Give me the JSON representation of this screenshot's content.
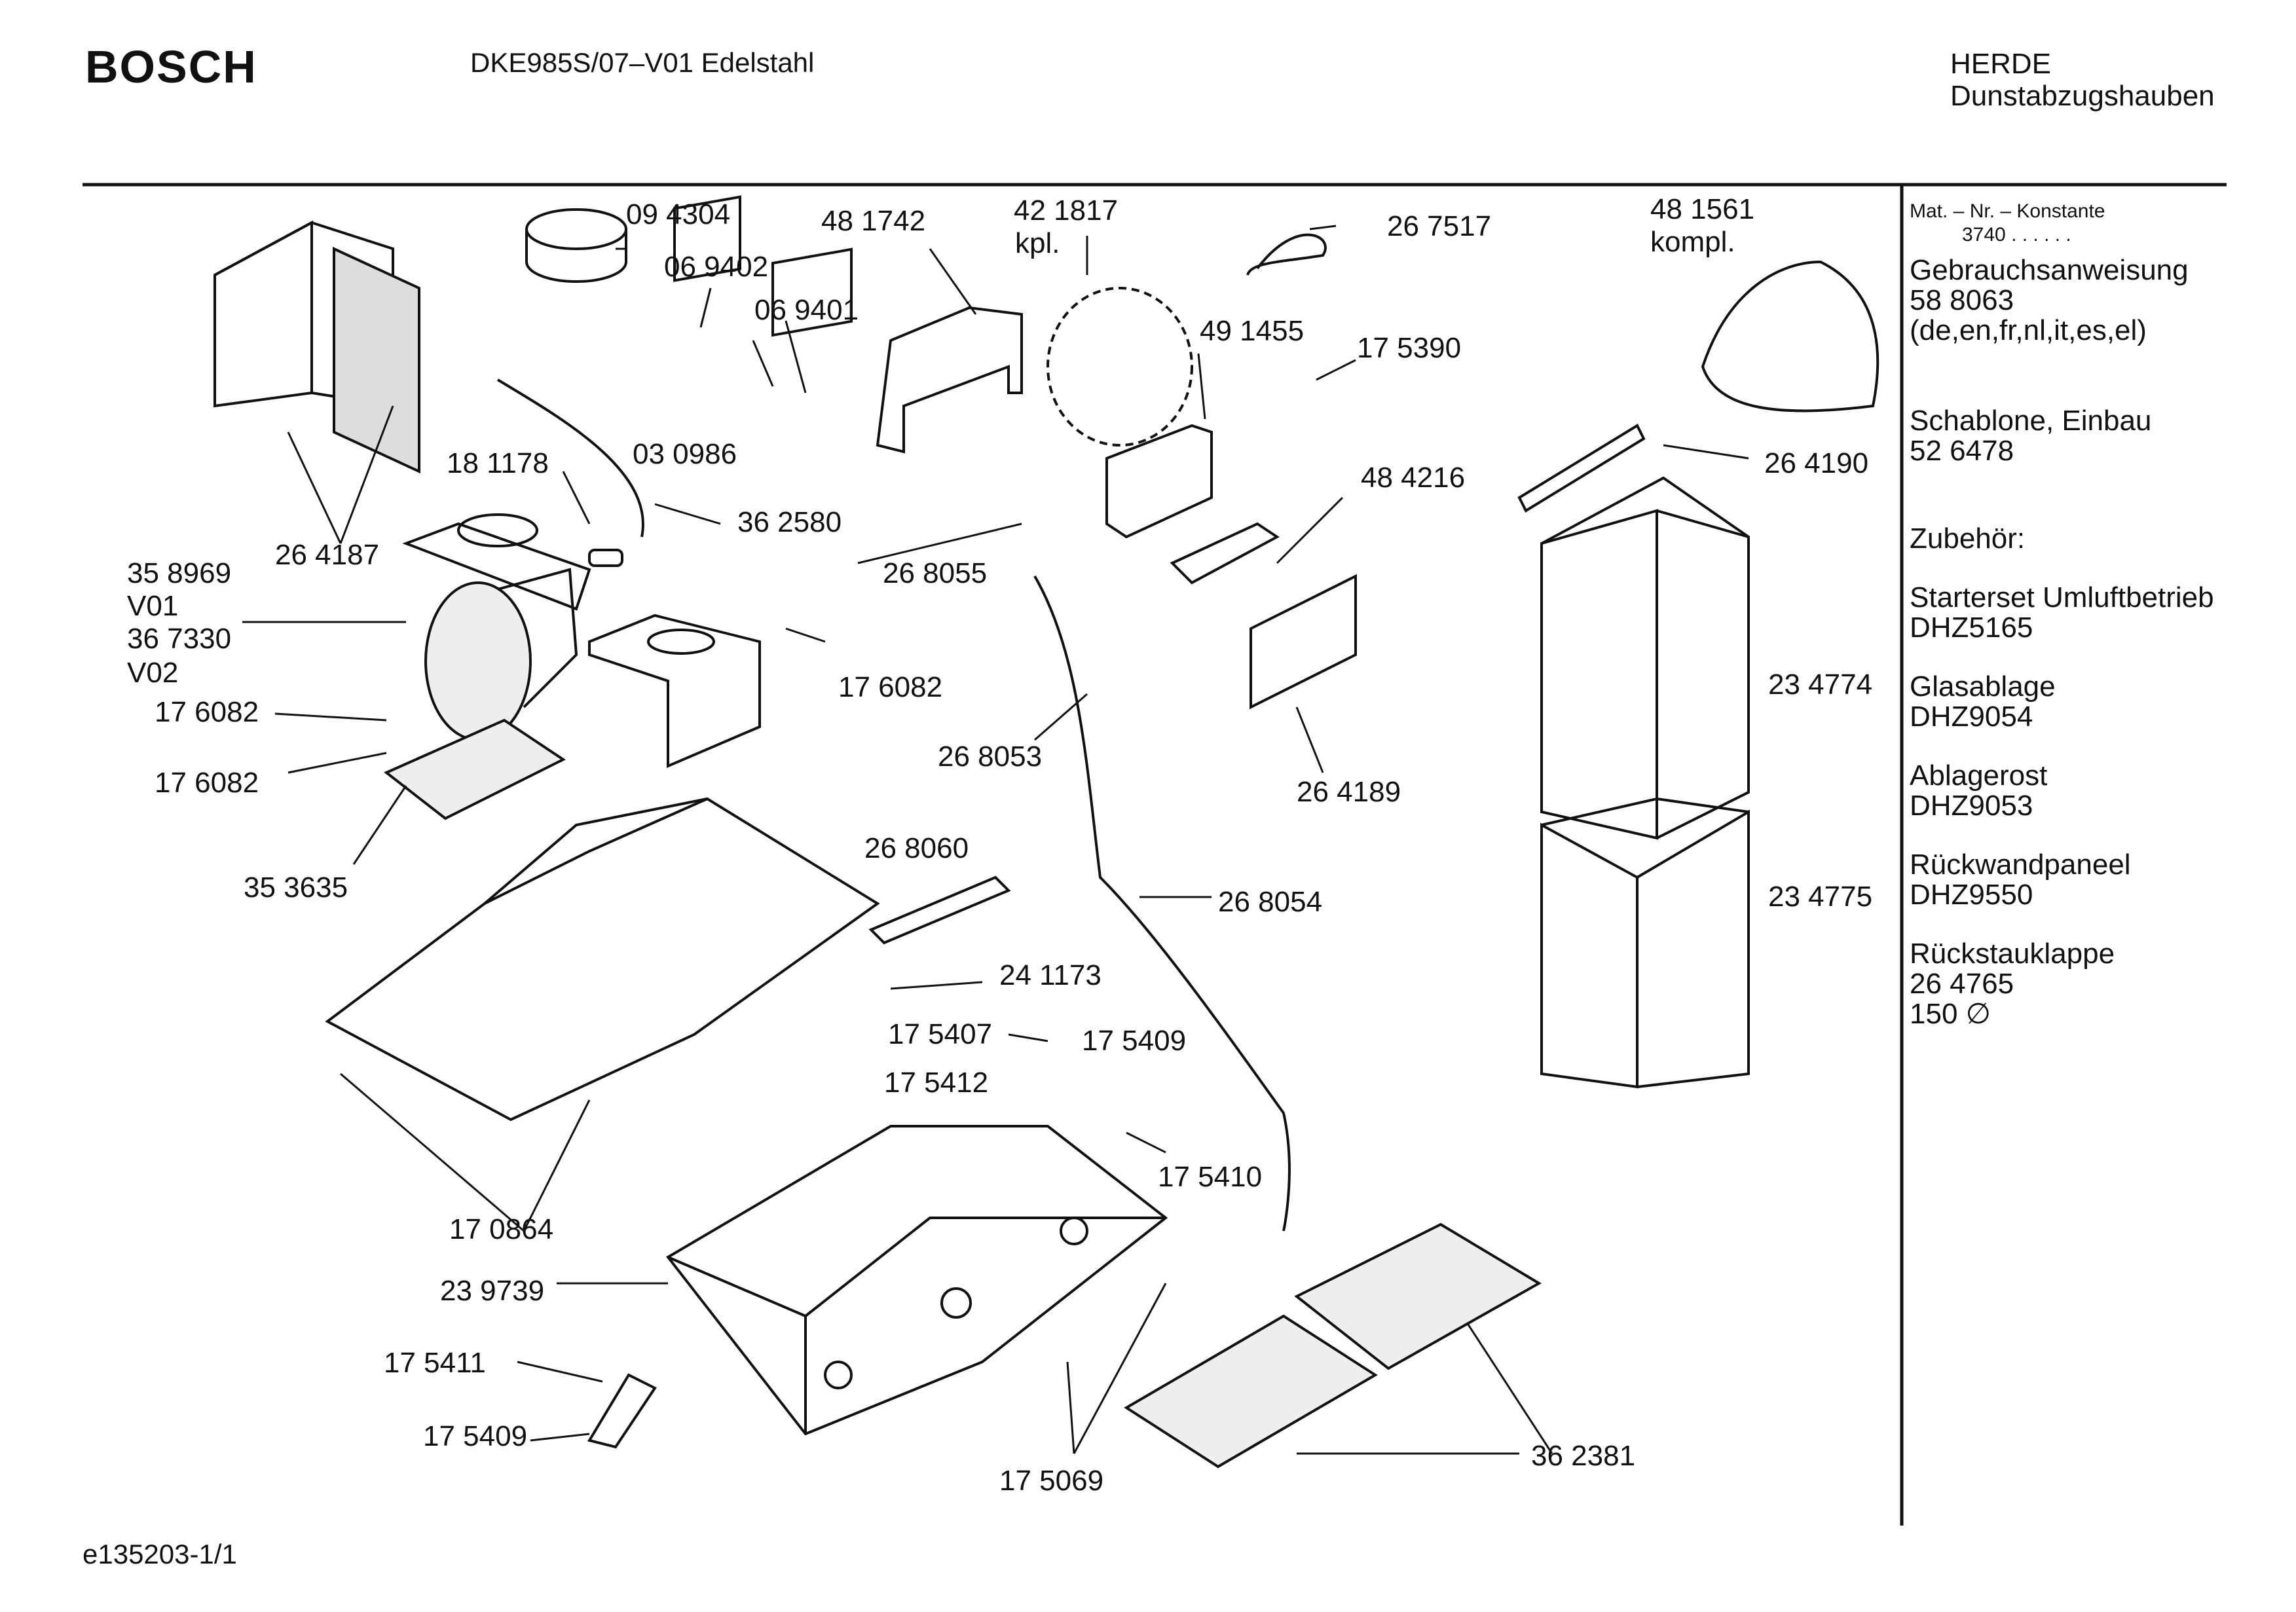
{
  "header": {
    "brand": "BOSCH",
    "model": "DKE985S/07–V01  Edelstahl",
    "category": "HERDE",
    "subcategory": "Dunstabzugshauben"
  },
  "footer": {
    "ref": "e135203-1/1"
  },
  "sidebar": {
    "mat_label": "Mat. – Nr. – Konstante",
    "mat_value": "3740 . . . . . .",
    "sections": [
      {
        "title": "Gebrauchsanweisung",
        "lines": [
          "58 8063",
          "(de,en,fr,nl,it,es,el)"
        ]
      },
      {
        "title": "Schablone, Einbau",
        "lines": [
          "52 6478"
        ]
      },
      {
        "title": "Zubehör:",
        "lines": []
      },
      {
        "title": "Starterset Umluftbetrieb",
        "lines": [
          "DHZ5165"
        ]
      },
      {
        "title": "Glasablage",
        "lines": [
          "DHZ9054"
        ]
      },
      {
        "title": "Ablagerost",
        "lines": [
          "DHZ9053"
        ]
      },
      {
        "title": "Rückwandpaneel",
        "lines": [
          "DHZ9550"
        ]
      },
      {
        "title": "Rückstauklappe",
        "lines": [
          "26 4765",
          "150 ∅"
        ]
      }
    ]
  },
  "parts": {
    "p094304": "09 4304",
    "p481742": "48 1742",
    "p421817": "42 1817",
    "p421817b": "kpl.",
    "p267517": "26 7517",
    "p481561": "48 1561",
    "p481561b": "kompl.",
    "p069402": "06 9402",
    "p069401": "06 9401",
    "p491455": "49 1455",
    "p175390": "17 5390",
    "p181178": "18 1178",
    "p030986": "03 0986",
    "p362580": "36 2580",
    "p484216": "48 4216",
    "p264190": "26 4190",
    "p264187": "26 4187",
    "p358969": "35 8969",
    "pV01": "V01",
    "p367330": "36 7330",
    "pV02": "V02",
    "p268055": "26 8055",
    "p176082a": "17 6082",
    "p176082b": "17 6082",
    "p176082c": "17 6082",
    "p268053": "26 8053",
    "p264189": "26 4189",
    "p234774": "23 4774",
    "p353635": "35 3635",
    "p268060": "26 8060",
    "p268054": "26 8054",
    "p234775": "23 4775",
    "p241173": "24 1173",
    "p175407": "17 5407",
    "p175409a": "17 5409",
    "p175412": "17 5412",
    "p175410": "17 5410",
    "p170864": "17 0864",
    "p239739": "23 9739",
    "p175411": "17 5411",
    "p175409b": "17 5409",
    "p175069": "17 5069",
    "p362381": "36 2381"
  }
}
